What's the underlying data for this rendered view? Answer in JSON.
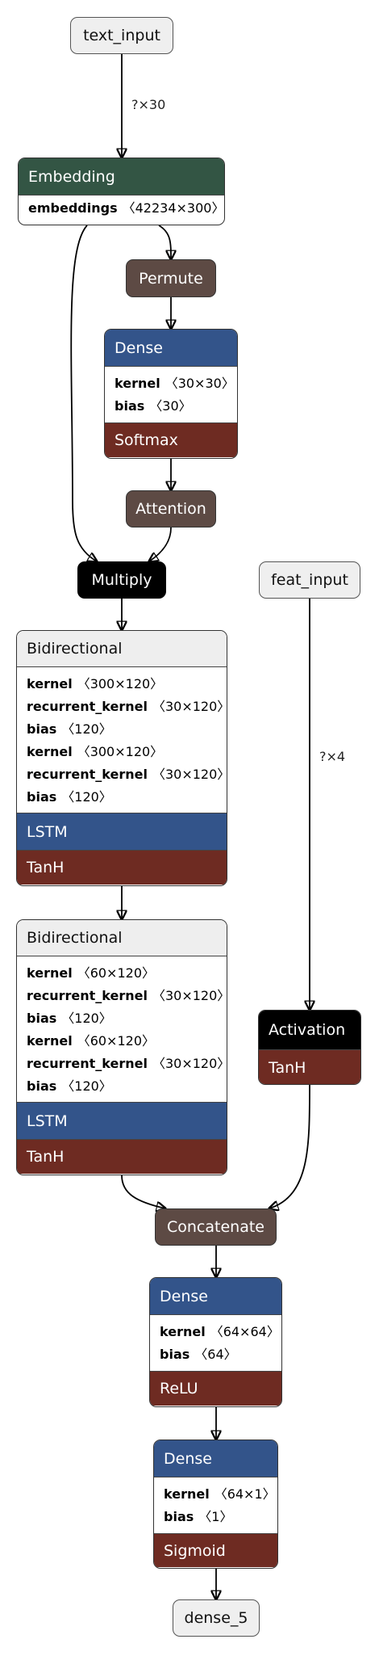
{
  "nodes": {
    "text_input": {
      "label": "text_input"
    },
    "embedding": {
      "title": "Embedding",
      "attrs": [
        {
          "name": "embeddings",
          "shape": "〈42234×300〉"
        }
      ]
    },
    "permute": {
      "label": "Permute"
    },
    "dense_att": {
      "title": "Dense",
      "attrs": [
        {
          "name": "kernel",
          "shape": "〈30×30〉"
        },
        {
          "name": "bias",
          "shape": "〈30〉"
        }
      ],
      "activation": "Softmax"
    },
    "attention": {
      "label": "Attention"
    },
    "multiply": {
      "label": "Multiply"
    },
    "bidir1": {
      "title": "Bidirectional",
      "attrs": [
        {
          "name": "kernel",
          "shape": "〈300×120〉"
        },
        {
          "name": "recurrent_kernel",
          "shape": "〈30×120〉"
        },
        {
          "name": "bias",
          "shape": "〈120〉"
        },
        {
          "name": "kernel",
          "shape": "〈300×120〉"
        },
        {
          "name": "recurrent_kernel",
          "shape": "〈30×120〉"
        },
        {
          "name": "bias",
          "shape": "〈120〉"
        }
      ],
      "layer": "LSTM",
      "activation": "TanH"
    },
    "bidir2": {
      "title": "Bidirectional",
      "attrs": [
        {
          "name": "kernel",
          "shape": "〈60×120〉"
        },
        {
          "name": "recurrent_kernel",
          "shape": "〈30×120〉"
        },
        {
          "name": "bias",
          "shape": "〈120〉"
        },
        {
          "name": "kernel",
          "shape": "〈60×120〉"
        },
        {
          "name": "recurrent_kernel",
          "shape": "〈30×120〉"
        },
        {
          "name": "bias",
          "shape": "〈120〉"
        }
      ],
      "layer": "LSTM",
      "activation": "TanH"
    },
    "feat_input": {
      "label": "feat_input"
    },
    "activation": {
      "title": "Activation",
      "activation": "TanH"
    },
    "concatenate": {
      "label": "Concatenate"
    },
    "dense_relu": {
      "title": "Dense",
      "attrs": [
        {
          "name": "kernel",
          "shape": "〈64×64〉"
        },
        {
          "name": "bias",
          "shape": "〈64〉"
        }
      ],
      "activation": "ReLU"
    },
    "dense_sigmoid": {
      "title": "Dense",
      "attrs": [
        {
          "name": "kernel",
          "shape": "〈64×1〉"
        },
        {
          "name": "bias",
          "shape": "〈1〉"
        }
      ],
      "activation": "Sigmoid"
    },
    "dense_5": {
      "label": "dense_5"
    }
  },
  "edge_labels": {
    "text_shape": "?×30",
    "feat_shape": "?×4"
  },
  "colors": {
    "embedding_header": "#335544",
    "layer_blue": "#33548a",
    "activation_red": "#6e2b22",
    "op_brown": "#5d4a44",
    "op_black": "#000000",
    "io_gray": "#efefef"
  }
}
